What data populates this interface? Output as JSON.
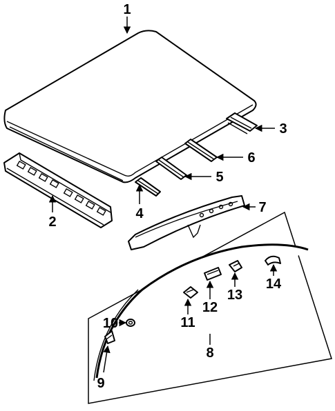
{
  "callouts": {
    "c1": "1",
    "c2": "2",
    "c3": "3",
    "c4": "4",
    "c5": "5",
    "c6": "6",
    "c7": "7",
    "c8": "8",
    "c9": "9",
    "c10": "10",
    "c11": "11",
    "c12": "12",
    "c13": "13",
    "c14": "14"
  },
  "parts": {
    "1": "roof-panel",
    "2": "front-header-panel",
    "3": "roof-bow-rear",
    "4": "roof-bow-front",
    "5": "roof-bow",
    "6": "roof-bow",
    "7": "rear-header-panel",
    "8": "drip-molding-kit",
    "9": "molding-clip",
    "10": "grommet",
    "11": "molding-clip",
    "12": "molding-joint-cover",
    "13": "molding-clip",
    "14": "molding-end-cap"
  }
}
